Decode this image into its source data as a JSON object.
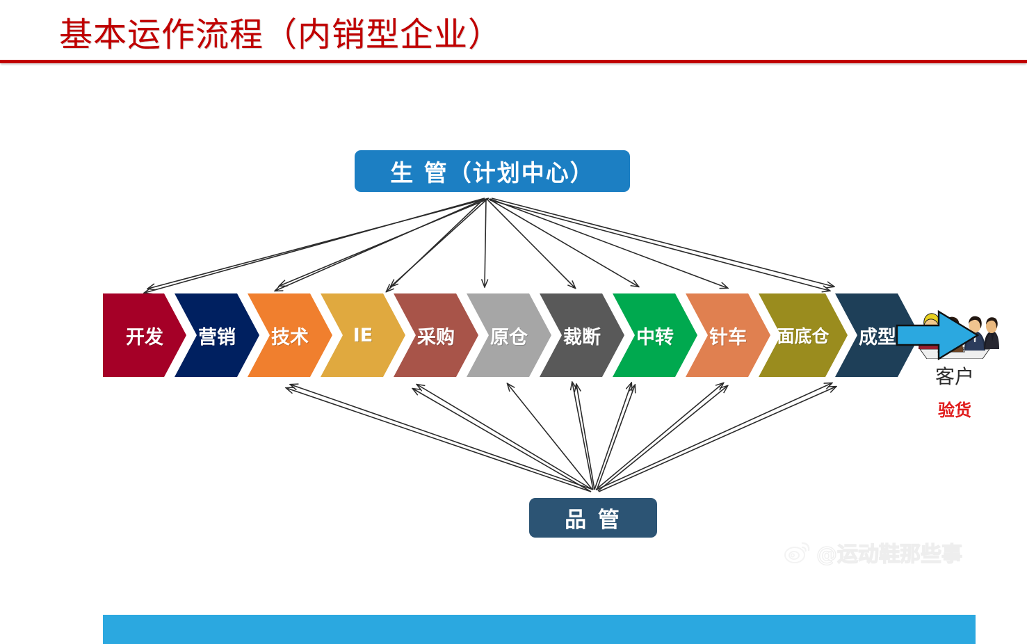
{
  "slide": {
    "title": "基本运作流程（内销型企业）",
    "title_color": "#C00000",
    "background": "#FFFFFF"
  },
  "plan_box": {
    "label": "生 管（计划中心）",
    "color": "#1C7FC3",
    "text_color": "#FFFFFF"
  },
  "qc_box": {
    "label": "品 管",
    "color": "#2C5474",
    "text_color": "#FFFFFF"
  },
  "process": {
    "connector_color": "#2BA8E0",
    "steps": [
      {
        "label": "开发",
        "color": "#A50027"
      },
      {
        "label": "营销",
        "color": "#002060"
      },
      {
        "label": "技术",
        "color": "#F07F2E"
      },
      {
        "label": "IE",
        "color": "#E0A93F"
      },
      {
        "label": "采购",
        "color": "#A85449"
      },
      {
        "label": "原仓",
        "color": "#A6A6A6"
      },
      {
        "label": "裁断",
        "color": "#595959"
      },
      {
        "label": "中转",
        "color": "#00A94F"
      },
      {
        "label": "针车",
        "color": "#E08050"
      },
      {
        "label": "面底仓",
        "color": "#9A8C1E"
      },
      {
        "label": "成型",
        "color": "#1E3F58"
      }
    ]
  },
  "customer": {
    "image_alt": "business-meeting-photo",
    "name": "客户",
    "action": "验货",
    "action_color": "#E01B1B",
    "final_arrow_color": "#2BA8E0"
  },
  "plan_links": {
    "description": "生管（计划中心）指向流程环节的双向/单向箭头",
    "targets": [
      "开发",
      "技术",
      "采购",
      "原仓",
      "裁断",
      "中转",
      "针车",
      "成型"
    ]
  },
  "qc_links": {
    "description": "品管指向流程环节的箭头",
    "targets": [
      "技术",
      "采购",
      "原仓",
      "裁断",
      "中转",
      "针车",
      "面底仓",
      "成型"
    ]
  },
  "watermark": {
    "handle": "@运动鞋那些事",
    "icon": "weibo-logo"
  },
  "chart_data": {
    "type": "diagram",
    "title": "基本运作流程（内销型企业）",
    "diagram_kind": "process-chevron-flow",
    "nodes": [
      {
        "id": "plan",
        "label": "生 管（计划中心）",
        "role": "control-center",
        "position": "top"
      },
      {
        "id": "qc",
        "label": "品 管",
        "role": "control-center",
        "position": "bottom"
      },
      {
        "id": "s1",
        "label": "开发",
        "position": 1
      },
      {
        "id": "s2",
        "label": "营销",
        "position": 2
      },
      {
        "id": "s3",
        "label": "技术",
        "position": 3
      },
      {
        "id": "s4",
        "label": "IE",
        "position": 4
      },
      {
        "id": "s5",
        "label": "采购",
        "position": 5
      },
      {
        "id": "s6",
        "label": "原仓",
        "position": 6
      },
      {
        "id": "s7",
        "label": "裁断",
        "position": 7
      },
      {
        "id": "s8",
        "label": "中转",
        "position": 8
      },
      {
        "id": "s9",
        "label": "针车",
        "position": 9
      },
      {
        "id": "s10",
        "label": "面底仓",
        "position": 10
      },
      {
        "id": "s11",
        "label": "成型",
        "position": 11
      },
      {
        "id": "cust",
        "label": "客户 / 验货",
        "position": 12
      }
    ],
    "edges": [
      {
        "from": "s11",
        "to": "cust",
        "style": "block-arrow"
      },
      {
        "from": "plan",
        "to": "s1"
      },
      {
        "from": "plan",
        "to": "s3"
      },
      {
        "from": "plan",
        "to": "s5"
      },
      {
        "from": "plan",
        "to": "s6"
      },
      {
        "from": "plan",
        "to": "s7"
      },
      {
        "from": "plan",
        "to": "s8"
      },
      {
        "from": "plan",
        "to": "s9"
      },
      {
        "from": "plan",
        "to": "s11"
      },
      {
        "from": "qc",
        "to": "s3"
      },
      {
        "from": "qc",
        "to": "s5"
      },
      {
        "from": "qc",
        "to": "s6"
      },
      {
        "from": "qc",
        "to": "s7"
      },
      {
        "from": "qc",
        "to": "s8"
      },
      {
        "from": "qc",
        "to": "s9"
      },
      {
        "from": "qc",
        "to": "s10"
      },
      {
        "from": "qc",
        "to": "s11"
      }
    ]
  }
}
